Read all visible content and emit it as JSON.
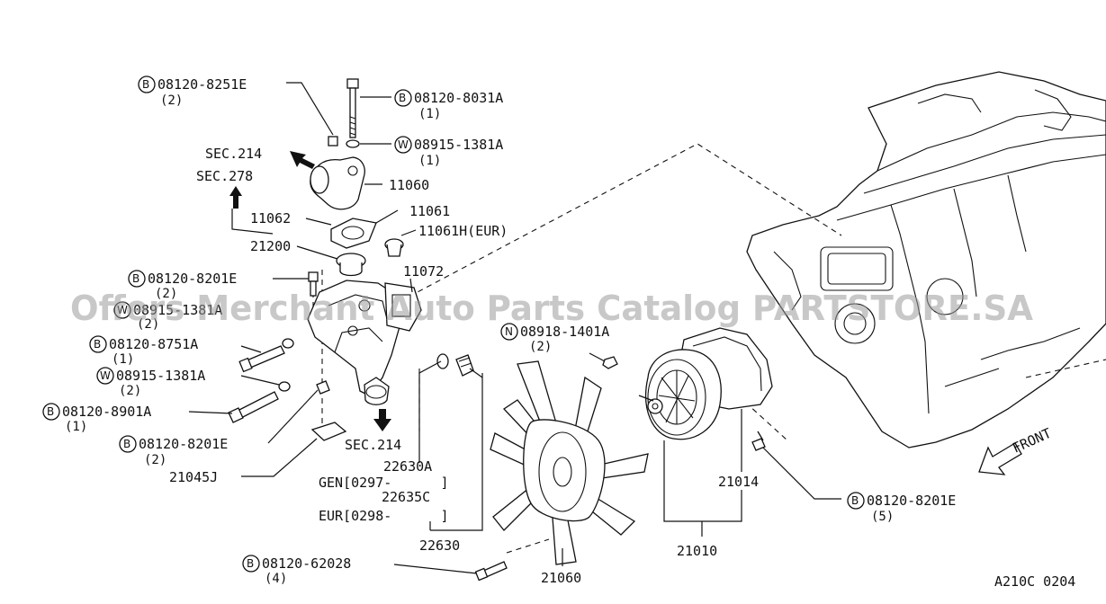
{
  "watermark": "Offers Merchant Auto Parts Catalog PARTSTORE.SA",
  "diagram_code": "A210C 0204",
  "front_label": "FRONT",
  "section_refs": {
    "sec214_top": "SEC.214",
    "sec278": "SEC.278",
    "sec214_bottom": "SEC.214"
  },
  "callouts": {
    "b_08120_8251E": {
      "prefix": "B",
      "part": "08120-8251E",
      "qty": "(2)"
    },
    "b_08120_8031A": {
      "prefix": "B",
      "part": "08120-8031A",
      "qty": "(1)"
    },
    "w_08915_1381A_top": {
      "prefix": "W",
      "part": "08915-1381A",
      "qty": "(1)"
    },
    "b_08120_8201E_a": {
      "prefix": "B",
      "part": "08120-8201E",
      "qty": "(2)"
    },
    "w_08915_1381A_mid": {
      "prefix": "W",
      "part": "08915-1381A",
      "qty": "(2)"
    },
    "b_08120_8751A": {
      "prefix": "B",
      "part": "08120-8751A",
      "qty": "(1)"
    },
    "w_08915_1381A_low": {
      "prefix": "W",
      "part": "08915-1381A",
      "qty": "(2)"
    },
    "b_08120_8901A": {
      "prefix": "B",
      "part": "08120-8901A",
      "qty": "(1)"
    },
    "b_08120_8201E_b": {
      "prefix": "B",
      "part": "08120-8201E",
      "qty": "(2)"
    },
    "n_08918_1401A": {
      "prefix": "N",
      "part": "08918-1401A",
      "qty": "(2)"
    },
    "b_08120_8201E_c": {
      "prefix": "B",
      "part": "08120-8201E",
      "qty": "(5)"
    },
    "b_08120_62028": {
      "prefix": "B",
      "part": "08120-62028",
      "qty": "(4)"
    }
  },
  "part_numbers": {
    "p11060": "11060",
    "p11061": "11061",
    "p11061H": "11061H(EUR)",
    "p11062": "11062",
    "p21200": "21200",
    "p11072": "11072",
    "p21045J": "21045J",
    "p22630A": "22630A",
    "gen_range": "GEN[0297-      ]",
    "p22635C": "22635C",
    "eur_range": "EUR[0298-      ]",
    "p22630": "22630",
    "p21014": "21014",
    "p21010": "21010",
    "p21060": "21060"
  }
}
